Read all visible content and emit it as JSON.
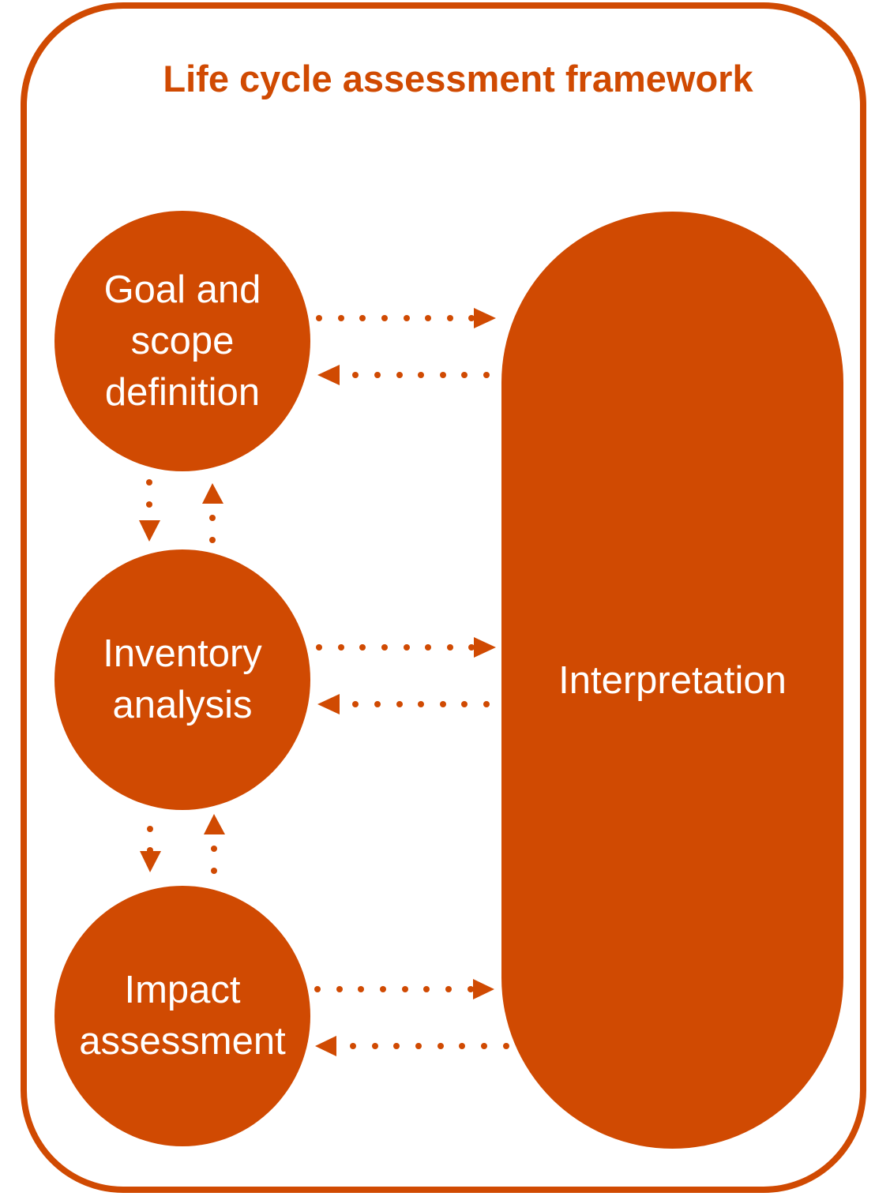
{
  "title": "Life cycle assessment framework",
  "accent_color": "#D04A02",
  "phases": [
    {
      "id": "goal",
      "label_lines": [
        "Goal and",
        "scope",
        "definition"
      ]
    },
    {
      "id": "inventory",
      "label_lines": [
        "Inventory",
        "analysis"
      ]
    },
    {
      "id": "impact",
      "label_lines": [
        "Impact",
        "assessment"
      ]
    }
  ],
  "interpretation": {
    "label": "Interpretation"
  },
  "connections": [
    {
      "from": "goal",
      "to": "interpretation",
      "style": "dotted"
    },
    {
      "from": "interpretation",
      "to": "goal",
      "style": "dotted"
    },
    {
      "from": "inventory",
      "to": "interpretation",
      "style": "dotted"
    },
    {
      "from": "interpretation",
      "to": "inventory",
      "style": "dotted"
    },
    {
      "from": "impact",
      "to": "interpretation",
      "style": "dotted"
    },
    {
      "from": "interpretation",
      "to": "impact",
      "style": "dotted"
    },
    {
      "from": "goal",
      "to": "inventory",
      "style": "dotted"
    },
    {
      "from": "inventory",
      "to": "goal",
      "style": "dotted"
    },
    {
      "from": "inventory",
      "to": "impact",
      "style": "dotted"
    },
    {
      "from": "impact",
      "to": "inventory",
      "style": "dotted"
    }
  ]
}
